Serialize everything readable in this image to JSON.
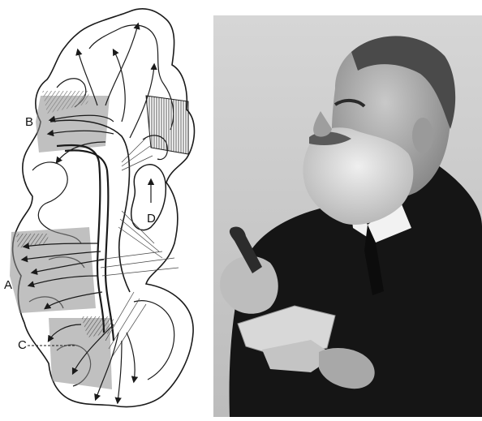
{
  "left_figure": {
    "labels": {
      "a": "A",
      "b": "B",
      "c": "C",
      "d": "D"
    }
  },
  "colors": {
    "ink": "#1a1a1a",
    "shade": "#8d8d8d",
    "hatch": "#555555",
    "photo_bg_light": "#d8d8d8",
    "photo_bg_mid": "#b9b9b9",
    "coat": "#141414",
    "skin": "#bdbdbd",
    "beard": "#e6e6e6",
    "paper": "#d2d2d2"
  },
  "icons": [
    "arrow-head"
  ]
}
